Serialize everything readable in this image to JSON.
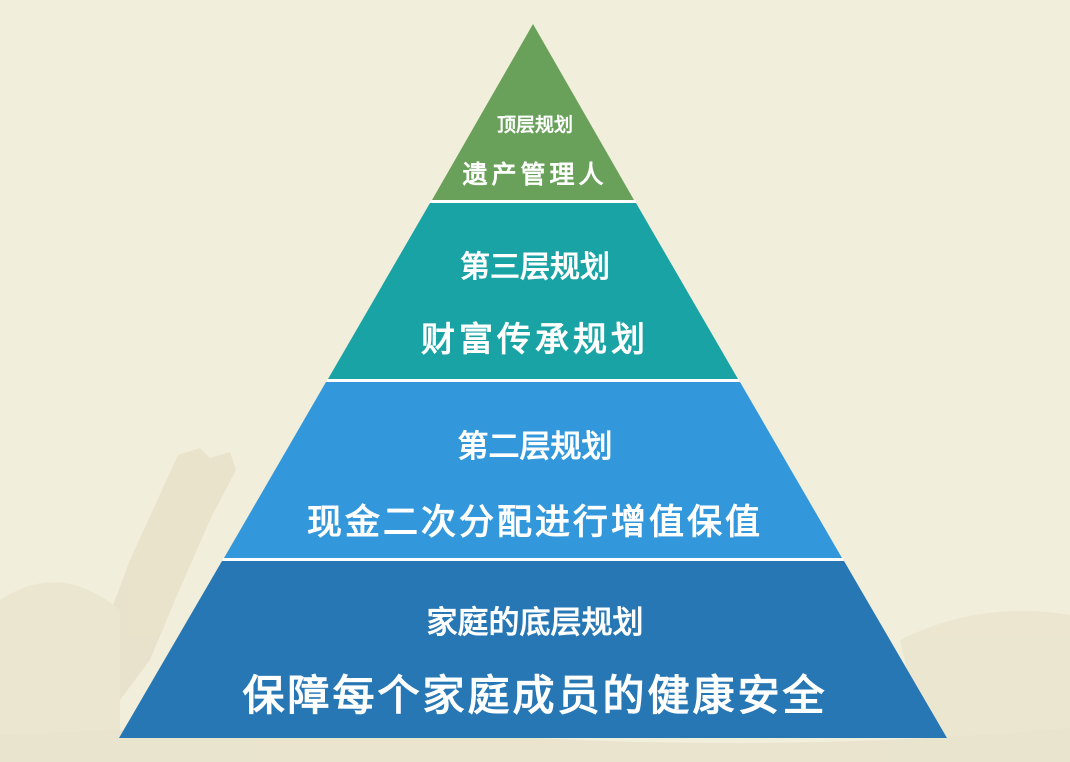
{
  "colors": {
    "background": "#f1eedb",
    "background_art": "#e6dfc4",
    "separator": "#ffffff",
    "text": "#ffffff"
  },
  "levels": [
    {
      "key": "top",
      "title": "顶层规划",
      "subtitle": "遗产管理人",
      "color": "#6aa15a"
    },
    {
      "key": "third",
      "title": "第三层规划",
      "subtitle": "财富传承规划",
      "color": "#19a3a5"
    },
    {
      "key": "second",
      "title": "第二层规划",
      "subtitle": "现金二次分配进行增值保值",
      "color": "#3398db"
    },
    {
      "key": "base",
      "title": "家庭的底层规划",
      "subtitle": "保障每个家庭成员的健康安全",
      "color": "#2677b4"
    }
  ]
}
